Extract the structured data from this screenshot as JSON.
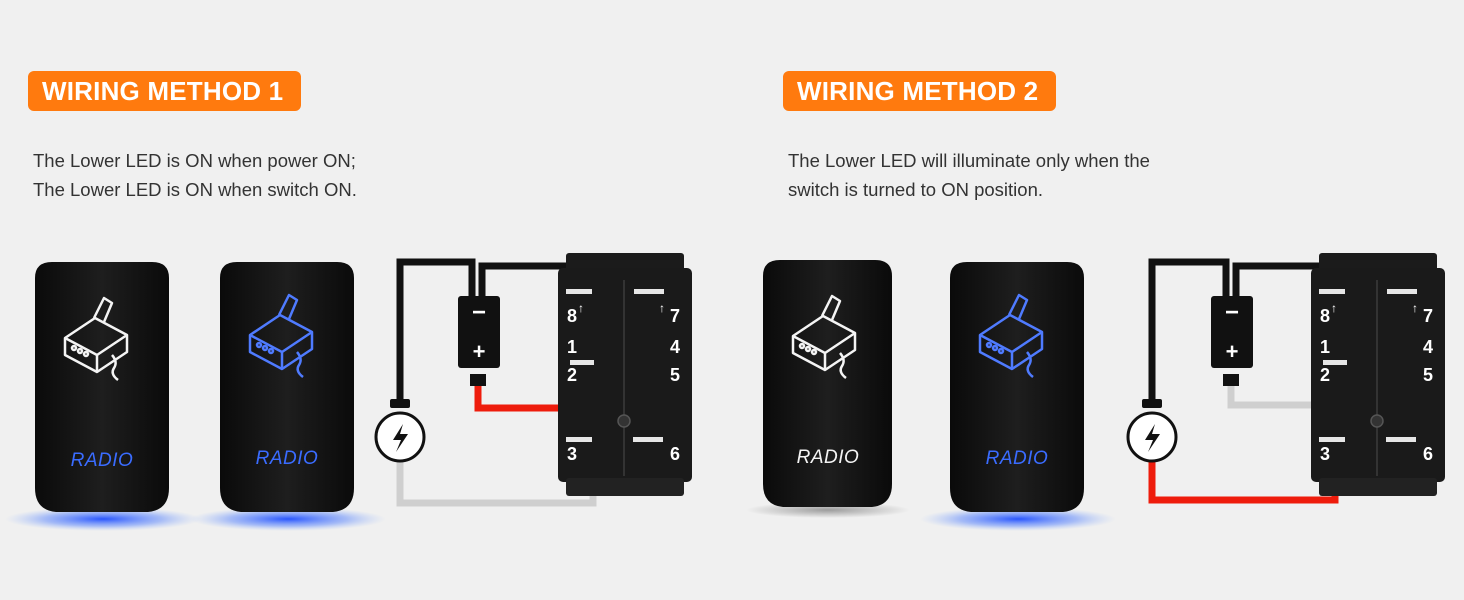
{
  "methods": [
    {
      "badge": "WIRING METHOD 1",
      "desc": [
        "The Lower LED is ON when power ON;",
        "The Lower LED is ON when switch ON."
      ],
      "switch_labels": [
        "RADIO",
        "RADIO"
      ],
      "pins": {
        "p8": "8",
        "p7": "7",
        "p1": "1",
        "p4": "4",
        "p2": "2",
        "p5": "5",
        "p3": "3",
        "p6": "6"
      },
      "battery": {
        "neg": "−",
        "pos": "+"
      }
    },
    {
      "badge": "WIRING METHOD 2",
      "desc": [
        "The Lower LED will illuminate only when the",
        "switch is turned to ON position."
      ],
      "switch_labels": [
        "RADIO",
        "RADIO"
      ],
      "pins": {
        "p8": "8",
        "p7": "7",
        "p1": "1",
        "p4": "4",
        "p2": "2",
        "p5": "5",
        "p3": "3",
        "p6": "6"
      },
      "battery": {
        "neg": "−",
        "pos": "+"
      }
    }
  ],
  "colors": {
    "badge": "#ff7a0e",
    "wire_black": "#111111",
    "wire_red": "#ee1c0c",
    "wire_gray": "#cfcfcf",
    "led_blue": "#3a6cff",
    "switch_body": "#151515"
  }
}
